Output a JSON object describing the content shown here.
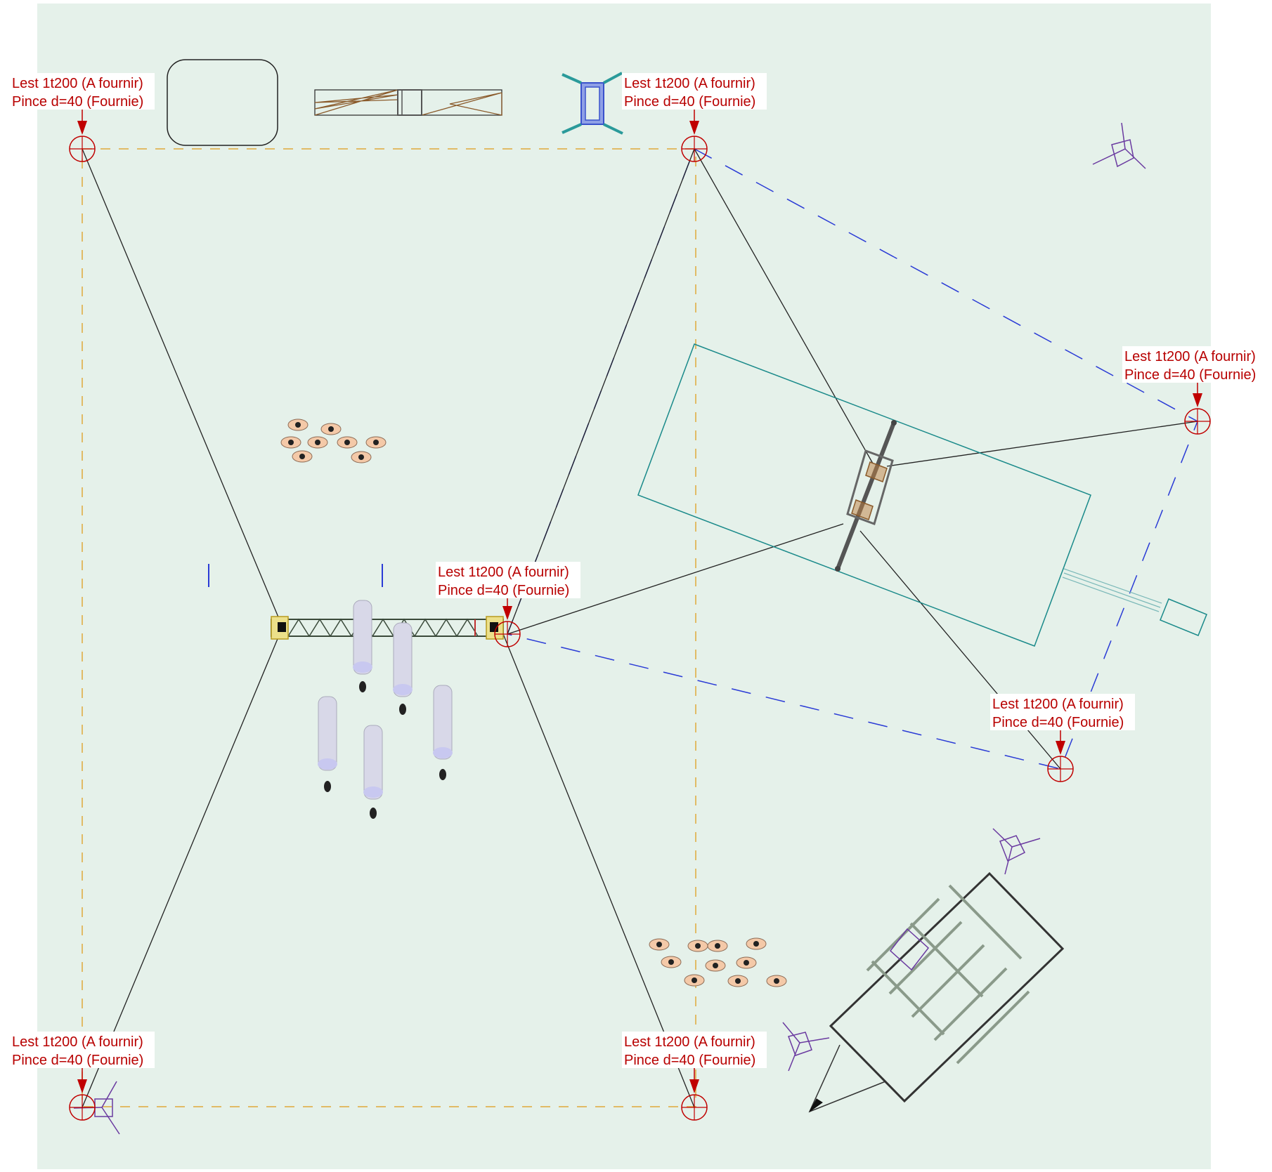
{
  "colors": {
    "ground": "#e5f1ea",
    "label": "#c00000",
    "anchor": "#c00000",
    "guy_line": "#222222",
    "yellow_dash": "#e0a93a",
    "blue_dash": "#2a3bd6",
    "platform": "#1a8a8a",
    "truss": "#555555",
    "icon_purple": "#6a3aa0",
    "person": "#e89a6a"
  },
  "anchor_note": {
    "line1": "Lest 1t200 (A fournir)",
    "line2": "Pince d=40 (Fournie)"
  },
  "anchors": [
    {
      "id": "nw",
      "line1": "Lest 1t200 (A fournir)",
      "line2": "Pince d=40 (Fournie)"
    },
    {
      "id": "n-center",
      "line1": "Lest 1t200 (A fournir)",
      "line2": "Pince d=40 (Fournie)"
    },
    {
      "id": "e",
      "line1": "Lest 1t200 (A fournir)",
      "line2": "Pince d=40 (Fournie)"
    },
    {
      "id": "center",
      "line1": "Lest 1t200 (A fournir)",
      "line2": "Pince d=40 (Fournie)"
    },
    {
      "id": "se",
      "line1": "Lest 1t200 (A fournir)",
      "line2": "Pince d=40 (Fournie)"
    },
    {
      "id": "sw",
      "line1": "Lest 1t200 (A fournir)",
      "line2": "Pince d=40 (Fournie)"
    },
    {
      "id": "s-center",
      "line1": "Lest 1t200 (A fournir)",
      "line2": "Pince d=40 (Fournie)"
    }
  ],
  "icons": [
    "anchor-target-icon",
    "arrow-down-icon",
    "tripod-stand-icon",
    "person-icon",
    "truss-icon",
    "trailer-icon"
  ]
}
